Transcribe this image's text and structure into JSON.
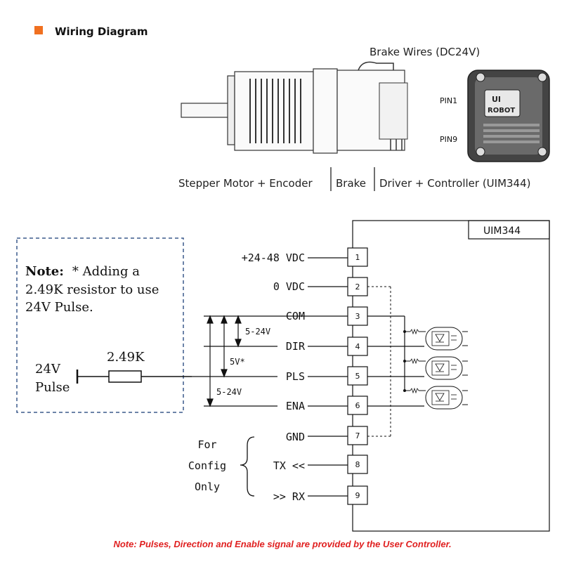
{
  "header": {
    "title": "Wiring Diagram",
    "accent": "#f07020"
  },
  "photo": {
    "brake_wires_label": "Brake Wires (DC24V)",
    "pin1_label": "PIN1",
    "pin9_label": "PIN9",
    "logo_line1": "UI",
    "logo_line2": "ROBOT",
    "caption_motor": "Stepper Motor + Encoder",
    "caption_brake": "Brake",
    "caption_driver": "Driver + Controller (UIM344)"
  },
  "note": {
    "bold": "Note:",
    "line1": "* Adding a",
    "line2": "2.49K resistor to use",
    "line3": "24V Pulse.",
    "resistor_label": "2.49K",
    "input_line1": "24V",
    "input_line2": "Pulse"
  },
  "device": {
    "name": "UIM344"
  },
  "pins": [
    {
      "num": "1",
      "label": "+24-48 VDC"
    },
    {
      "num": "2",
      "label": "0 VDC"
    },
    {
      "num": "3",
      "label": "COM"
    },
    {
      "num": "4",
      "label": "DIR"
    },
    {
      "num": "5",
      "label": "PLS"
    },
    {
      "num": "6",
      "label": "ENA"
    },
    {
      "num": "7",
      "label": "GND"
    },
    {
      "num": "8",
      "label": "TX <<"
    },
    {
      "num": "9",
      "label": ">> RX"
    }
  ],
  "voltages": {
    "dir": "5-24V",
    "pls": "5V*",
    "ena": "5-24V"
  },
  "config": {
    "line1": "For",
    "line2": "Config",
    "line3": "Only"
  },
  "footer": {
    "text": "Note: Pulses, Direction and Enable signal are provided by the User Controller.",
    "color": "#e02020"
  },
  "colors": {
    "note_border": "#3b5a8c",
    "line": "#111111"
  }
}
